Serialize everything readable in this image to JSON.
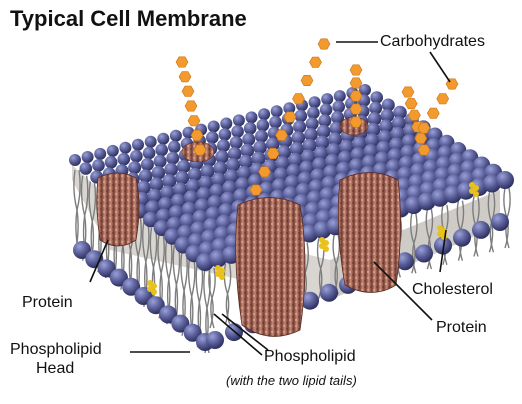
{
  "title": "Typical Cell Membrane",
  "labels": {
    "carbohydrates": "Carbohydrates",
    "cholesterol": "Cholesterol",
    "protein_left": "Protein",
    "protein_right": "Protein",
    "phospholipid_head_line1": "Phospholipid",
    "phospholipid_head_line2": "Head",
    "phospholipid": "Phospholipid",
    "phospholipid_sub": "(with the two lipid tails)"
  },
  "colors": {
    "head_fill": "#5a5f99",
    "head_shade": "#3a3e70",
    "tail": "#8a8a8a",
    "protein": "#b07060",
    "protein_dark": "#7a4438",
    "carbohydrate": "#f29a2e",
    "cholesterol": "#e8c21a"
  }
}
